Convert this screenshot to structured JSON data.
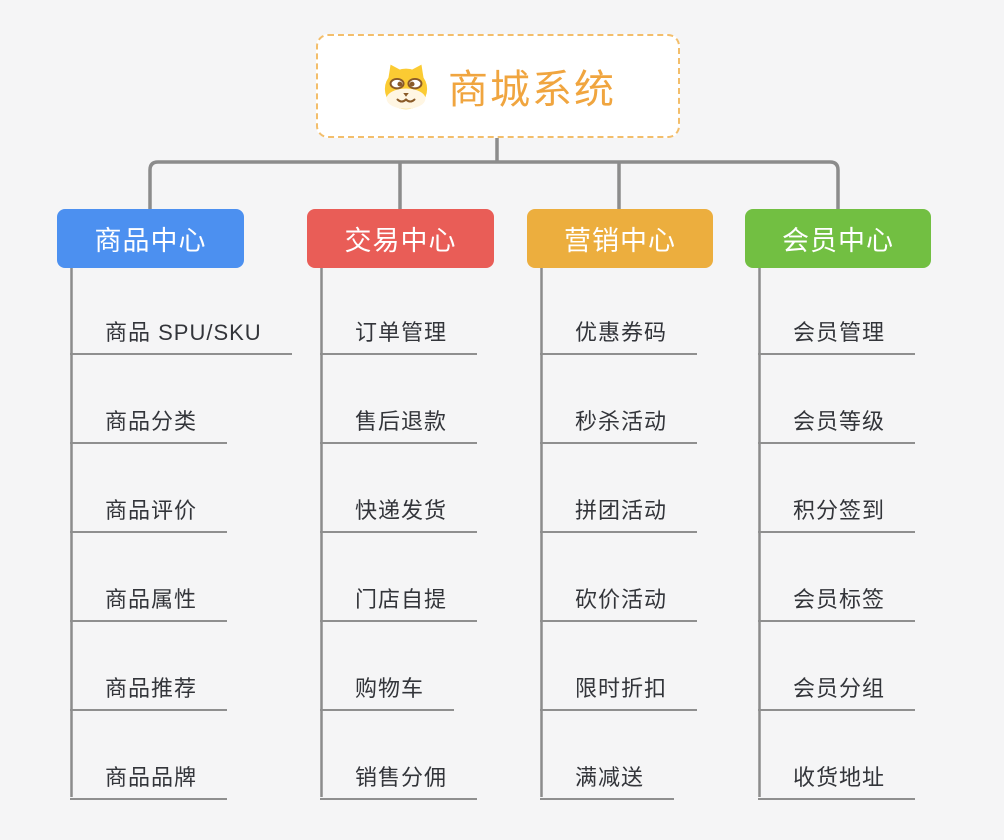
{
  "background": "#F5F5F6",
  "connector_color": "#8C8C8C",
  "underline_color": "#8F8F8F",
  "root": {
    "title": "商城系统",
    "icon": "dog-face-icon",
    "accent": "#F0A53F",
    "border_color": "#F3BE6B"
  },
  "branches": [
    {
      "label": "商品中心",
      "color": "#4C90F0",
      "items": [
        "商品 SPU/SKU",
        "商品分类",
        "商品评价",
        "商品属性",
        "商品推荐",
        "商品品牌"
      ]
    },
    {
      "label": "交易中心",
      "color": "#E95D57",
      "items": [
        "订单管理",
        "售后退款",
        "快递发货",
        "门店自提",
        "购物车",
        "销售分佣"
      ]
    },
    {
      "label": "营销中心",
      "color": "#ECAE3E",
      "items": [
        "优惠券码",
        "秒杀活动",
        "拼团活动",
        "砍价活动",
        "限时折扣",
        "满减送"
      ]
    },
    {
      "label": "会员中心",
      "color": "#72BF42",
      "items": [
        "会员管理",
        "会员等级",
        "积分签到",
        "会员标签",
        "会员分组",
        "收货地址"
      ]
    }
  ]
}
